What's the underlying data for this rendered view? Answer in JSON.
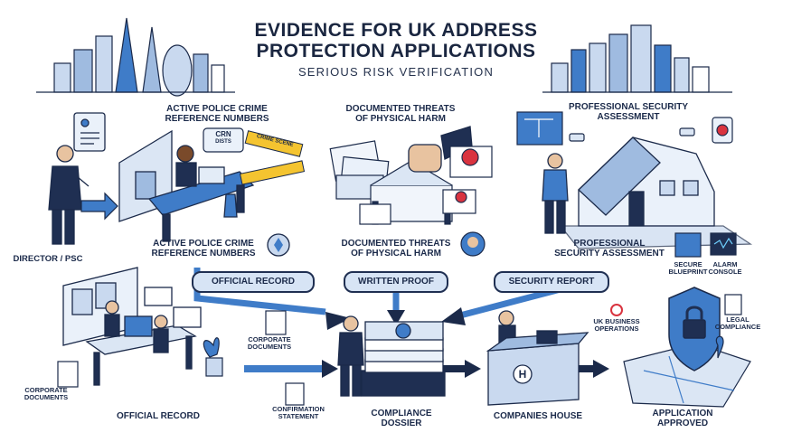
{
  "header": {
    "title_line1": "EVIDENCE FOR UK ADDRESS",
    "title_line2": "PROTECTION APPLICATIONS",
    "subtitle": "SERIOUS RISK VERIFICATION"
  },
  "evidence": {
    "police_top_1": "ACTIVE POLICE CRIME",
    "police_top_2": "REFERENCE NUMBERS",
    "police_bottom_1": "ACTIVE POLICE CRIME",
    "police_bottom_2": "REFERENCE NUMBERS",
    "crn_badge_1": "CRN",
    "crn_badge_2": "DISTS",
    "crime_scene_tape": "CRIME SCENE",
    "threats_top_1": "DOCUMENTED THREATS",
    "threats_top_2": "OF PHYSICAL HARM",
    "threats_bottom_1": "DOCUMENTED THREATS",
    "threats_bottom_2": "OF PHYSICAL HARM",
    "security_top_1": "PROFESSIONAL SECURITY",
    "security_top_2": "ASSESSMENT",
    "security_bottom_1": "PROFESSIONAL",
    "security_bottom_2": "SECURITY ASSESSMENT",
    "secure_blueprint_1": "SECURE",
    "secure_blueprint_2": "BLUEPRINT",
    "alarm_console_1": "ALARM",
    "alarm_console_2": "CONSOLE",
    "director": "DIRECTOR / PSC"
  },
  "pills": {
    "official_record": "OFFICIAL RECORD",
    "written_proof": "WRITTEN PROOF",
    "security_report": "SECURITY REPORT"
  },
  "process": {
    "corporate_docs_left_1": "CORPORATE",
    "corporate_docs_left_2": "DOCUMENTS",
    "official_record": "OFFICIAL RECORD",
    "corporate_docs_mid_1": "CORPORATE",
    "corporate_docs_mid_2": "DOCUMENTS",
    "confirmation_1": "CONFIRMATION",
    "confirmation_2": "STATEMENT",
    "dossier_1": "COMPLIANCE",
    "dossier_2": "DOSSIER",
    "companies_house": "COMPANIES HOUSE",
    "uk_business_1": "UK BUSINESS",
    "uk_business_2": "OPERATIONS",
    "legal_1": "LEGAL",
    "legal_2": "COMPLIANCE",
    "approved_1": "APPLICATION",
    "approved_2": "APPROVED",
    "desk_logo": "H"
  },
  "colors": {
    "navy": "#1b2a4a",
    "accent_blue": "#3f7cc8",
    "light_blue": "#d7e4f5",
    "warning_yellow": "#f4c430",
    "alert_red": "#d9333f"
  }
}
